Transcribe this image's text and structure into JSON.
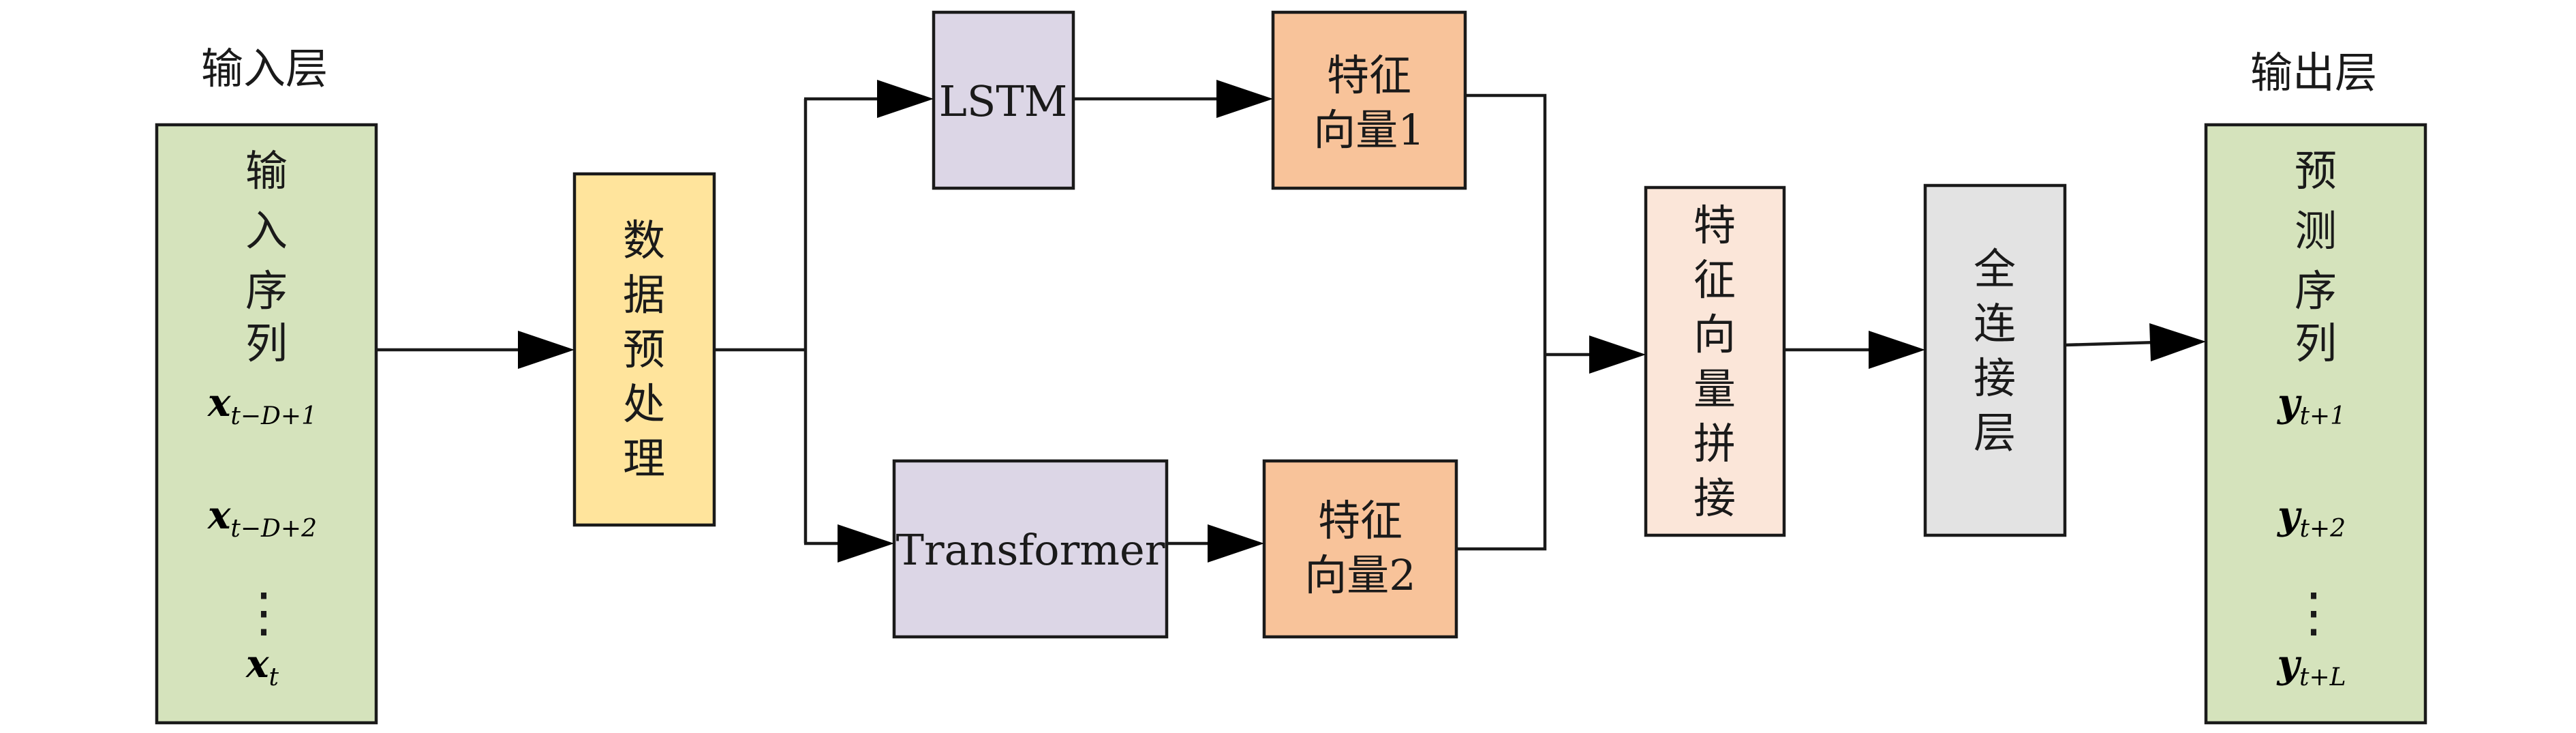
{
  "colors": {
    "input_output_fill": "#d5e3bc",
    "preprocess_fill": "#ffe49c",
    "model_fill": "#dcd6e6",
    "feature_fill": "#f8c39a",
    "concat_fill": "#fbe6d9",
    "dense_fill": "#e3e3e3",
    "line": "#1a1a1a"
  },
  "input_layer": {
    "header": "输入层",
    "title_chars": [
      "输",
      "入",
      "序",
      "列"
    ],
    "terms": [
      {
        "base": "x",
        "sub": "t−D+1"
      },
      {
        "base": "x",
        "sub": "t−D+2"
      },
      {
        "base": "x",
        "sub": "t"
      }
    ],
    "ellipsis": "⋮"
  },
  "preprocess": {
    "chars": [
      "数",
      "据",
      "预",
      "处",
      "理"
    ]
  },
  "lstm": {
    "label": "LSTM"
  },
  "transformer": {
    "label": "Transformer"
  },
  "feature1": {
    "line1": "特征",
    "line2": "向量1"
  },
  "feature2": {
    "line1": "特征",
    "line2": "向量2"
  },
  "concat": {
    "chars": [
      "特",
      "征",
      "向",
      "量",
      "拼",
      "接"
    ]
  },
  "dense": {
    "chars": [
      "全",
      "连",
      "接",
      "层"
    ]
  },
  "output_layer": {
    "header": "输出层",
    "title_chars": [
      "预",
      "测",
      "序",
      "列"
    ],
    "terms": [
      {
        "base": "y",
        "sub": "t+1"
      },
      {
        "base": "y",
        "sub": "t+2"
      },
      {
        "base": "y",
        "sub": "t+L"
      }
    ],
    "ellipsis": "⋮"
  }
}
